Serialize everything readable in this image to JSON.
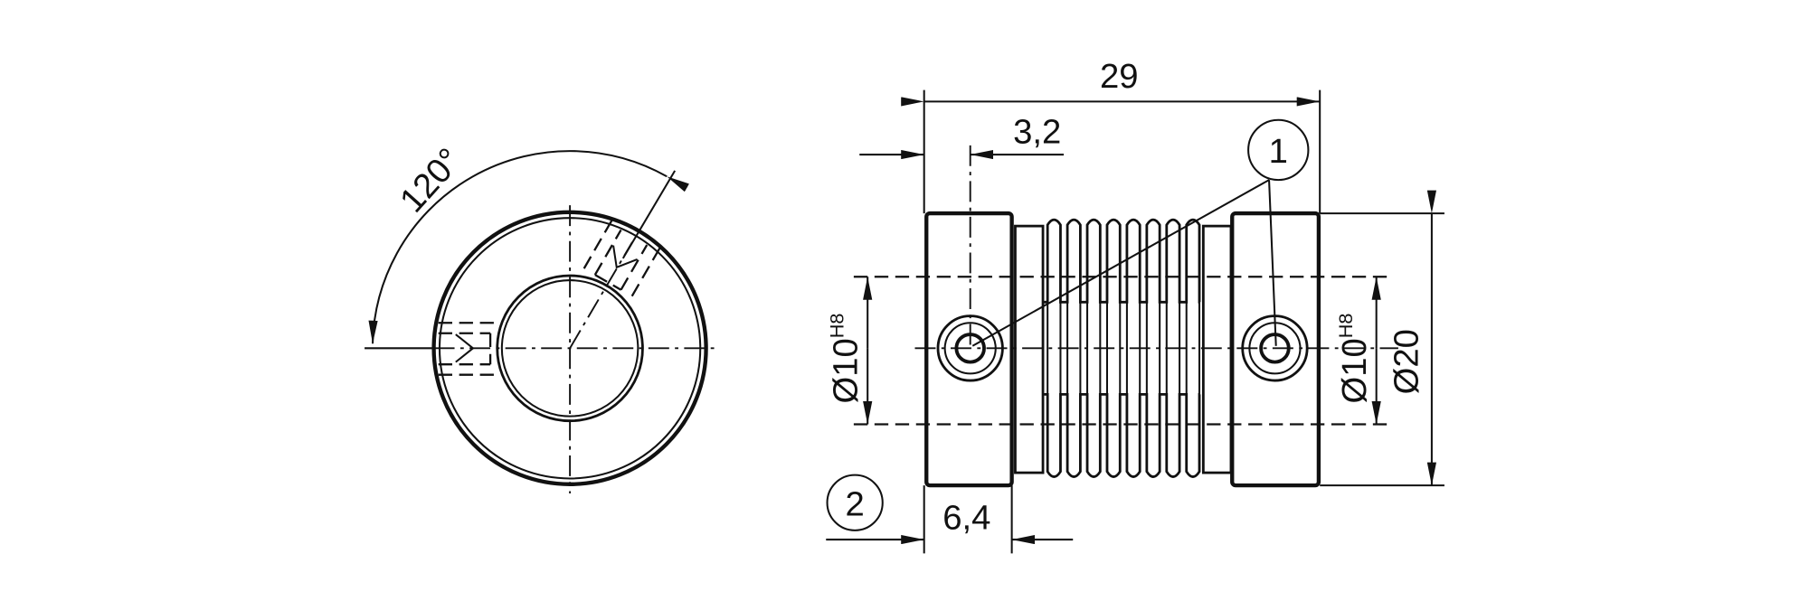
{
  "drawing": {
    "end_view": {
      "angle_label": "120°"
    },
    "side_view": {
      "overall_length": "29",
      "screw_offset": "3,2",
      "hub_length": "6,4",
      "bore_left": {
        "symbol": "Ø10",
        "tolerance": "H8"
      },
      "bore_right": {
        "symbol": "Ø10",
        "tolerance": "H8"
      },
      "outer_diameter": "Ø20",
      "callout_1": "1",
      "callout_2": "2"
    }
  }
}
